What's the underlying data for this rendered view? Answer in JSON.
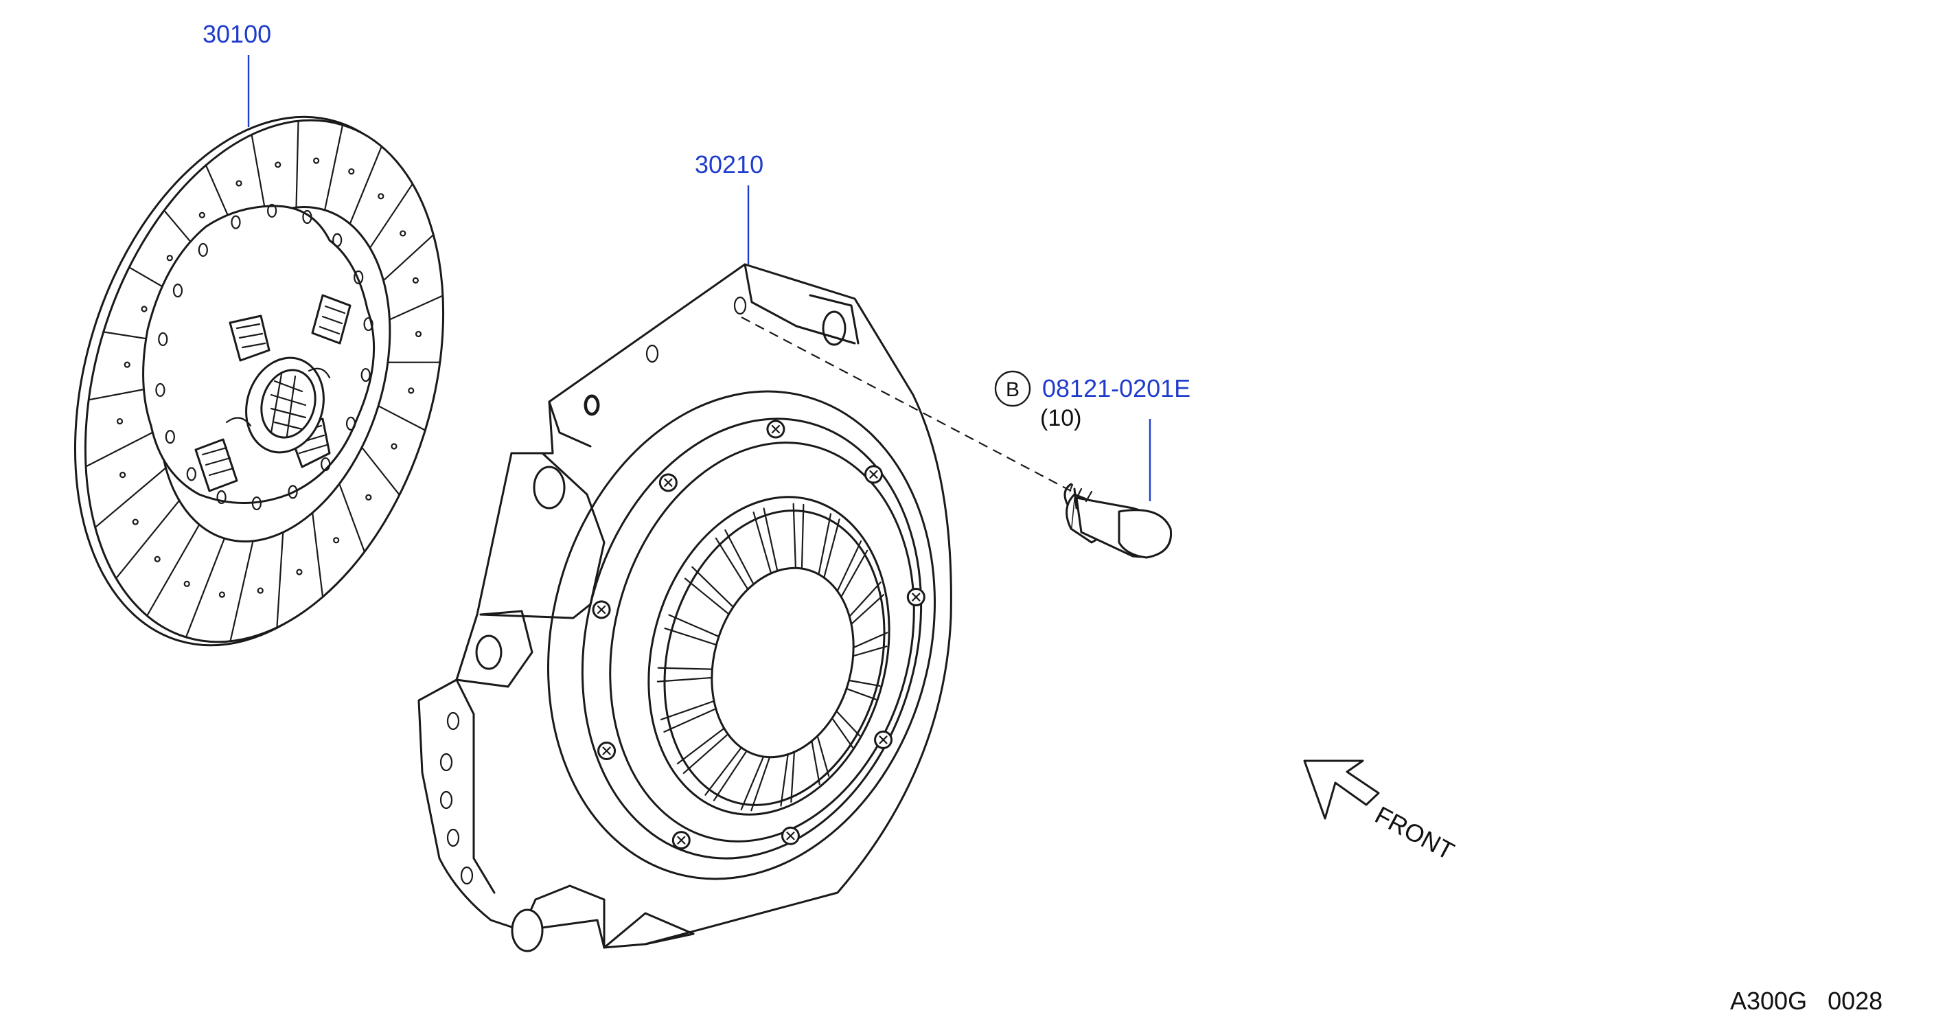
{
  "parts": [
    {
      "number": "30100"
    },
    {
      "number": "30210"
    },
    {
      "number": "08121-0201E",
      "callout": "B",
      "quantity": "(10)"
    }
  ],
  "direction_label": "FRONT",
  "diagram_ref": "A300G   0028",
  "colors": {
    "part_number": "#1f3ccc",
    "line": "#1a1a1a",
    "background": "#ffffff"
  }
}
